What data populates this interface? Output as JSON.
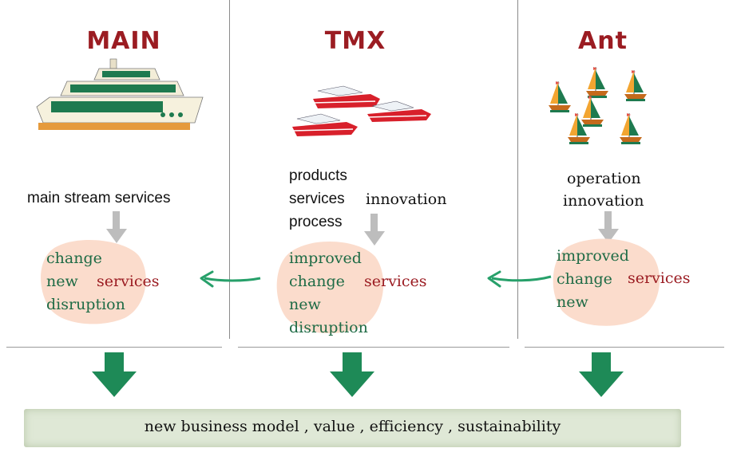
{
  "columns": [
    {
      "title": "MAIN",
      "input_lines": [
        "main stream services"
      ],
      "outcomes": [
        "change",
        "new",
        "disruption"
      ],
      "services": "services"
    },
    {
      "title": "TMX",
      "input_lines": [
        "products",
        "services",
        "process"
      ],
      "input_extra": "innovation",
      "outcomes": [
        "improved",
        "change",
        "new",
        "disruption"
      ],
      "services": "services"
    },
    {
      "title": "Ant",
      "input_lines": [
        "operation",
        "innovation"
      ],
      "outcomes": [
        "improved",
        "change",
        "new"
      ],
      "services": "services"
    }
  ],
  "banner": "new business model  ,  value , efficiency , sustainability",
  "colors": {
    "title": "#9b1c22",
    "outcome_text": "#1e6b45",
    "blob": "#fbdccc",
    "down_arrow": "#1e8a57",
    "left_arrow": "#27a06a",
    "grey_arrow": "#bdbdbd",
    "banner": "#dfe8d6"
  },
  "icons": [
    "cruise-ship-icon",
    "speedboat-icon",
    "sailboat-icon"
  ]
}
